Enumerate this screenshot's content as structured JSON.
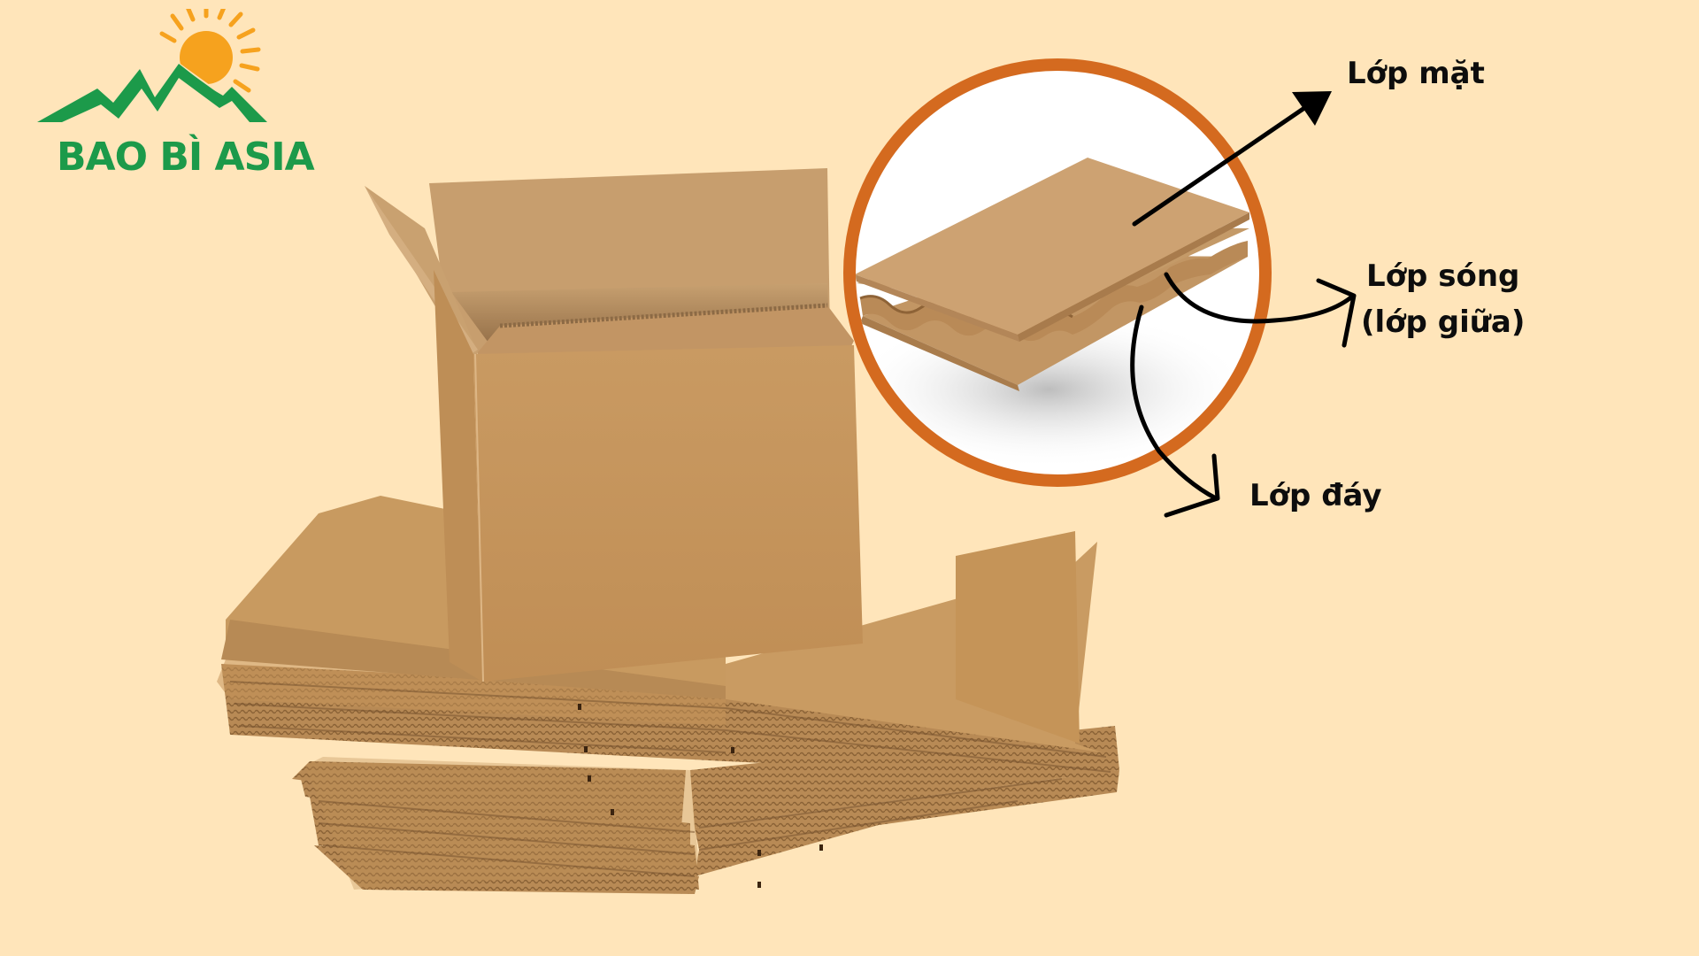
{
  "brand": {
    "name": "BAO BÌ ASIA",
    "logo_icon": "mountain-sun-logo",
    "colors": {
      "green": "#1C9A4A",
      "orange_sun": "#F6A21E"
    }
  },
  "background_color": "#FFE5BA",
  "illustration": {
    "main_subject": "corrugated-cardboard-box-with-flat-stack",
    "box_color": "#C8995F",
    "detail_circle": {
      "subject": "3-layer-corrugated-board-cross-section",
      "border_color": "#D46A1F",
      "fill_color": "#FFFFFF"
    }
  },
  "labels": {
    "top": "Lớp mặt",
    "middle_line1": "Lớp sóng",
    "middle_line2": "(lớp giữa)",
    "bottom": "Lớp đáy"
  }
}
